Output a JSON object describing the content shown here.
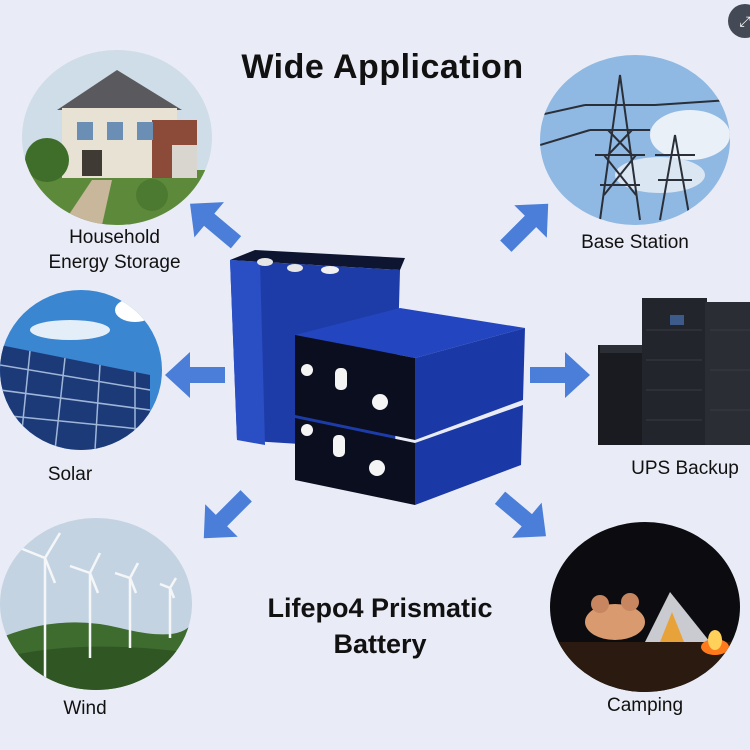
{
  "title": "Wide Application",
  "product": {
    "line1": "Lifepo4 Prismatic",
    "line2": "Battery"
  },
  "applications": {
    "household": {
      "line1": "Household",
      "line2": "Energy Storage"
    },
    "base_station": "Base Station",
    "solar": "Solar",
    "ups": "UPS Backup",
    "wind": "Wind",
    "camping": "Camping"
  },
  "colors": {
    "background": "#e9ecf6",
    "arrow": "#4a7ed8",
    "battery": "#1e3fb0"
  },
  "icons": {
    "corner": "expand-icon"
  }
}
